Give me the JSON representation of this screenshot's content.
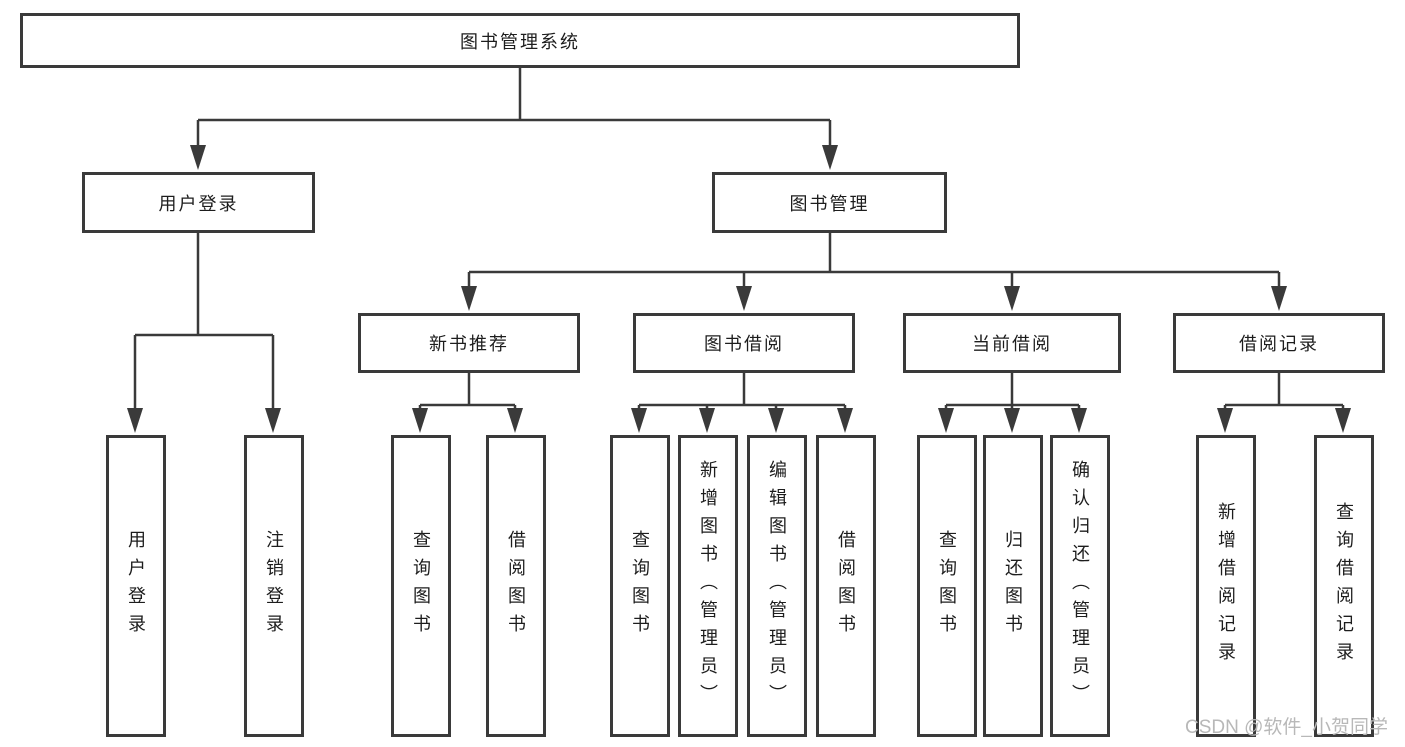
{
  "diagram": {
    "title_node": "图书管理系统",
    "level2": [
      "用户登录",
      "图书管理"
    ],
    "level3": [
      "新书推荐",
      "图书借阅",
      "当前借阅",
      "借阅记录"
    ],
    "leaves": [
      "用户登录",
      "注销登录",
      "查询图书",
      "借阅图书",
      "查询图书",
      "新增图书（管理员）",
      "编辑图书（管理员）",
      "借阅图书",
      "查询图书",
      "归还图书",
      "确认归还（管理员）",
      "新增借阅记录",
      "查询借阅记录"
    ],
    "watermark": "CSDN @软件_小贺同学",
    "colors": {
      "line": "#3a3a3a",
      "box_border": "#3a3a3a",
      "text": "#1d1d1d",
      "watermark": "#b8b8b8"
    }
  }
}
